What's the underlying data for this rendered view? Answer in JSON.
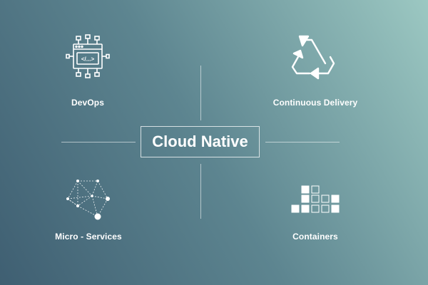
{
  "center": {
    "title": "Cloud Native"
  },
  "quadrants": {
    "devops": {
      "label": "DevOps",
      "icon": "code-window-circuit-icon",
      "code_glyph": "</...>"
    },
    "continuous_delivery": {
      "label": "Continuous Delivery",
      "icon": "recycle-triangle-arrows-icon"
    },
    "micro_services": {
      "label": "Micro - Services",
      "icon": "node-network-icon"
    },
    "containers": {
      "label": "Containers",
      "icon": "stacked-boxes-icon"
    }
  },
  "colors": {
    "gradient_dark": "#3f5f72",
    "gradient_mid": "#5d8590",
    "gradient_light": "#9cc8c2",
    "foreground": "#ffffff"
  }
}
